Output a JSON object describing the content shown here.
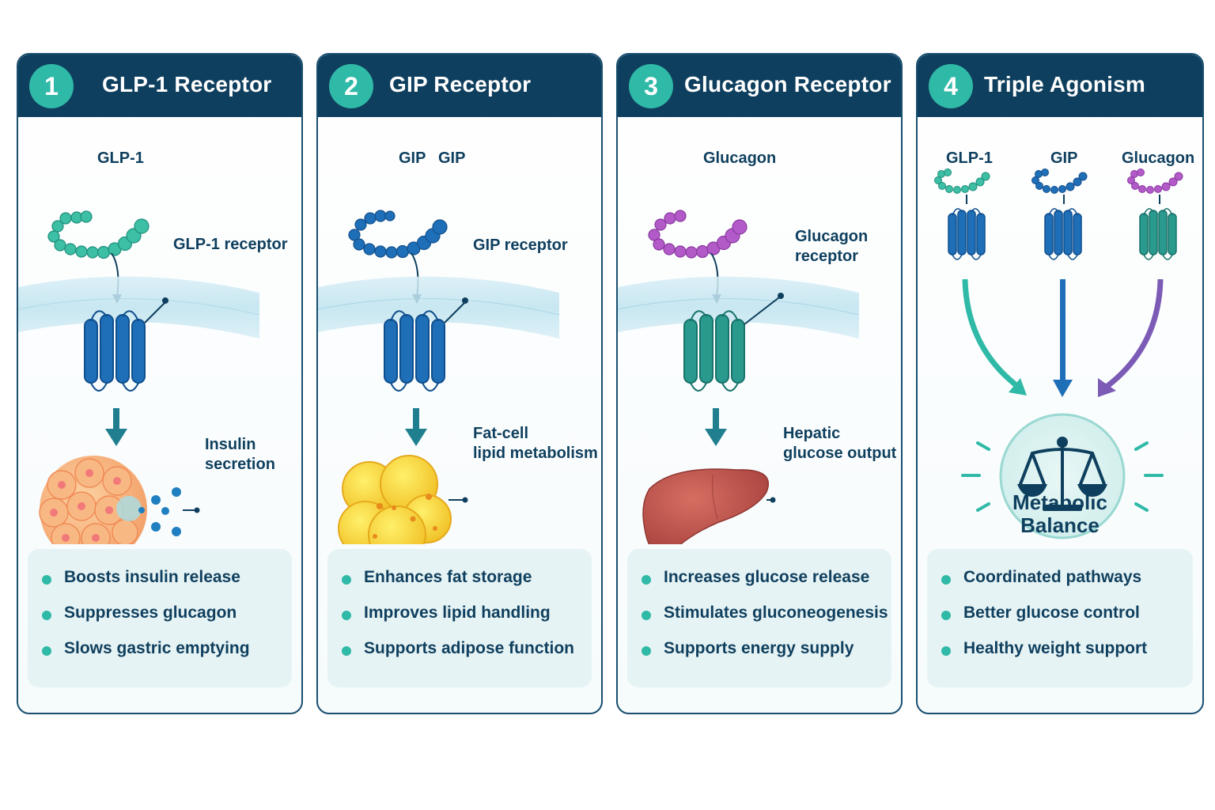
{
  "panels": [
    {
      "number": "1",
      "title": "GLP-1 Receptor",
      "ligand_label": "GLP-1",
      "receptor_label": "GLP-1 receptor",
      "outcome_label": [
        "Insulin",
        "secretion"
      ],
      "benefits": [
        "Boosts insulin release",
        "Suppresses glucagon",
        "Slows gastric emptying"
      ]
    },
    {
      "number": "2",
      "title": "GIP Receptor",
      "ligand_label": "GIP",
      "ligand_label_2": "GIP",
      "receptor_label": "GIP receptor",
      "outcome_label": [
        "Fat-cell",
        "lipid metabolism"
      ],
      "benefits": [
        "Enhances fat storage",
        "Improves lipid handling",
        "Supports adipose function"
      ]
    },
    {
      "number": "3",
      "title": "Glucagon Receptor",
      "ligand_label": "Glucagon",
      "receptor_label": [
        "Glucagon",
        "receptor"
      ],
      "outcome_label": [
        "Hepatic",
        "glucose output"
      ],
      "benefits": [
        "Increases glucose release",
        "Stimulates gluconeogenesis",
        "Supports energy supply"
      ]
    },
    {
      "number": "4",
      "title": "Triple Agonism",
      "ligand_labels": [
        "GLP-1",
        "GIP",
        "Glucagon"
      ],
      "center_label": [
        "Metabolic",
        "Balance"
      ],
      "benefits": [
        "Coordinated pathways",
        "Better glucose control",
        "Healthy weight support"
      ]
    }
  ],
  "icons": {
    "scale": "balance-scale-icon",
    "arrow": "arrow-down-icon",
    "receptor": "gpcr-receptor-icon",
    "peptide": "peptide-chain-icon"
  },
  "colors": {
    "header": "#0f3f5e",
    "teal": "#2fb9a7",
    "blue": "#1f6fb8",
    "purple": "#a94fc1",
    "liver": "#b8504a",
    "fat": "#f5cd3a",
    "islet": "#f3a76a",
    "membrane": "#bfe3ef"
  }
}
